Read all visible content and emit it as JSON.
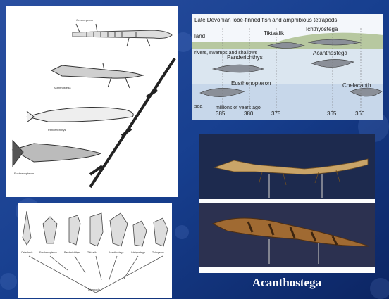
{
  "tl_labels": {
    "tetrapod": "Greererpeton",
    "acanthostega": "Acanthostega",
    "panderichthys": "Panderichthys",
    "eusthenopteron": "Eusthenopteron"
  },
  "tr": {
    "title": "Late Devonian lobe-finned fish and amphibious tetrapods",
    "zones": {
      "land": "land",
      "rivers": "rivers, swamps and shallows",
      "sea": "sea"
    },
    "taxa": {
      "tiktaalik": "Tiktaalik",
      "ichthyostega": "Ichthyostega",
      "panderichthys": "Panderichthys",
      "acanthostega": "Acanthostega",
      "eusthenopteron": "Eusthenopteron",
      "coelacanth": "Coelacanth"
    },
    "axis_label": "millions of years ago",
    "ticks": [
      "385",
      "380",
      "375",
      "365",
      "360"
    ]
  },
  "bl_labels": [
    "Osteolepis",
    "Eusthenopteron",
    "Panderichthys",
    "Tiktaalik",
    "Acanthostega",
    "Ichthyostega",
    "Tulerpeton"
  ],
  "bl_root": "Tetrapoda",
  "caption": "Acanthostega",
  "colors": {
    "background_top": "#1d3f8e",
    "background_bottom": "#0c1f55",
    "text_light": "#ffffff"
  }
}
